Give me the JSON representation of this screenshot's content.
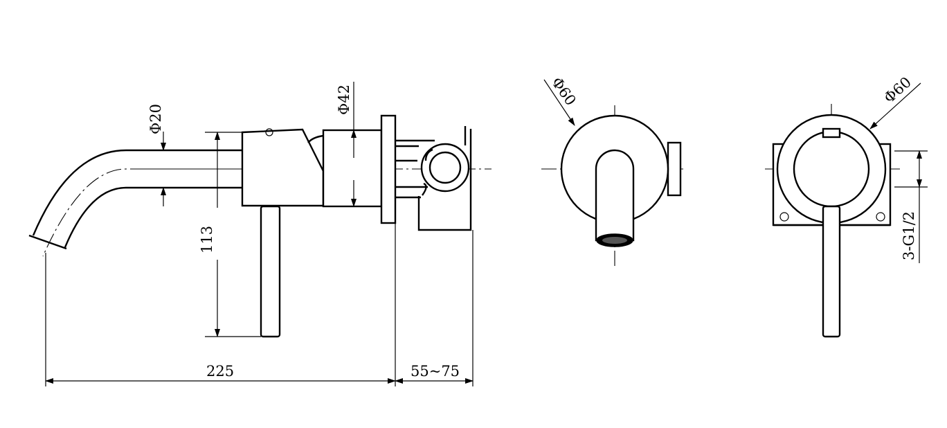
{
  "dimensions": {
    "spout_diameter": "Φ20",
    "body_diameter": "Φ42",
    "height": "113",
    "length": "225",
    "wall_range": "55~75",
    "front_plate_diameter": "Φ60",
    "rear_plate_diameter": "Φ60",
    "inlet": "3-G1/2"
  }
}
